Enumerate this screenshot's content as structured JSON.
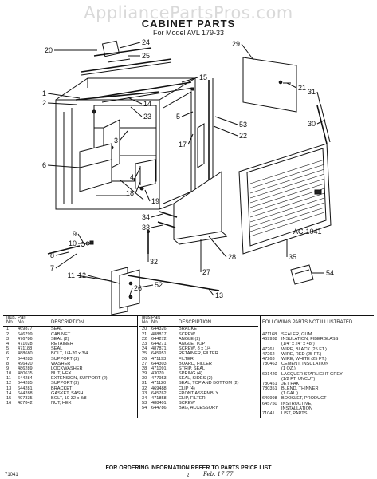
{
  "header": {
    "watermark": "AppliancePartsPros.com",
    "title": "CABINET PARTS",
    "model": "For Model AVL 179-33"
  },
  "diagram": {
    "figure_code": "AC-1041",
    "callouts": [
      "20",
      "24",
      "25",
      "15",
      "29",
      "1",
      "2",
      "14",
      "23",
      "21",
      "53",
      "22",
      "5",
      "3",
      "17",
      "31",
      "30",
      "6",
      "4",
      "18",
      "19",
      "34",
      "33",
      "27",
      "28",
      "9",
      "10",
      "8",
      "7",
      "11",
      "12",
      "32",
      "26",
      "52",
      "35",
      "54",
      "13"
    ]
  },
  "parts_table": {
    "headers": {
      "illus_no": "Illus. No.",
      "part_no": "Part No.",
      "description": "DESCRIPTION"
    },
    "col1": [
      [
        "1",
        "469877",
        "SEAL"
      ],
      [
        "2",
        "646799",
        "CABINET"
      ],
      [
        "3",
        "476786",
        "SEAL (2)"
      ],
      [
        "4",
        "471028",
        "RETAINER"
      ],
      [
        "5",
        "471188",
        "SEAL"
      ],
      [
        "6",
        "488680",
        "BOLT, 1/4-20 x 3/4"
      ],
      [
        "7",
        "644283",
        "SUPPORT (2)"
      ],
      [
        "8",
        "496420",
        "WASHER"
      ],
      [
        "9",
        "486289",
        "LOCKWASHER"
      ],
      [
        "10",
        "480635",
        "NUT, HEX"
      ],
      [
        "11",
        "644284",
        "EXTENSION, SUPPORT (2)"
      ],
      [
        "12",
        "644285",
        "SUPPORT (2)"
      ],
      [
        "13",
        "644281",
        "BRACKET"
      ],
      [
        "14",
        "644288",
        "GASKET, SASH"
      ],
      [
        "15",
        "497335",
        "BOLT, 10-32 x 3/8"
      ],
      [
        "16",
        "487842",
        "NUT, HEX"
      ]
    ],
    "col2": [
      [
        "20",
        "644326",
        "BRACKET"
      ],
      [
        "21",
        "488817",
        "SCREW"
      ],
      [
        "22",
        "644272",
        "ANGLE (2)"
      ],
      [
        "23",
        "644271",
        "ANGLE, TOP"
      ],
      [
        "24",
        "487871",
        "SCREW, 8 x 1/4"
      ],
      [
        "25",
        "645951",
        "RETAINER, FILTER"
      ],
      [
        "26",
        "471193",
        "FILTER"
      ],
      [
        "27",
        "644303",
        "BOARD, FILLER"
      ],
      [
        "28",
        "471091",
        "STRIP, SEAL"
      ],
      [
        "29",
        "43070",
        "SPRING (4)"
      ],
      [
        "30",
        "477953",
        "SEAL, SIDES (2)"
      ],
      [
        "31",
        "471120",
        "SEAL, TOP AND BOTTOM (2)"
      ],
      [
        "32",
        "469488",
        "CLIP (4)"
      ],
      [
        "33",
        "645762",
        "FRONT ASSEMBLY"
      ],
      [
        "34",
        "471858",
        "CLIP, FILTER"
      ],
      [
        "53",
        "488401",
        "SCREW"
      ],
      [
        "54",
        "644786",
        "BAG, ACCESSORY"
      ]
    ],
    "col3_title": "FOLLOWING PARTS NOT ILLUSTRATED",
    "col3": [
      [
        "471168",
        "SEALER, GUM"
      ],
      [
        "469938",
        "INSULATION, FIBERGLASS"
      ],
      [
        "",
        "(1/4\" x 24\" x 48\")"
      ],
      [
        "47261",
        "WIRE, BLACK (25 FT.)"
      ],
      [
        "47262",
        "WIRE, RED (25 FT.)"
      ],
      [
        "47263",
        "WIRE, WHITE (25 FT.)"
      ],
      [
        "780463",
        "CEMENT, INSULATION"
      ],
      [
        "",
        "(1 OZ.)"
      ],
      [
        "691420",
        "LACQUER STARLIGHT GREY"
      ],
      [
        "",
        "(1/2 PT. UNCUT)"
      ],
      [
        "780451",
        "JET PAK"
      ],
      [
        "780351",
        "BLEND, THINNER"
      ],
      [
        "",
        "(1 GAL.)"
      ],
      [
        "649998",
        "BOOKLET, PRODUCT"
      ],
      [
        "645750",
        "INSTRUCTIVE,"
      ],
      [
        "",
        "INSTALLATION"
      ],
      [
        "71041",
        "LIST, PARTS"
      ]
    ]
  },
  "footer": {
    "ordering_note": "FOR ORDERING INFORMATION REFER TO PARTS PRICE LIST",
    "sheet_code": "71041",
    "page_number": "2",
    "handwritten_note": "Feb. 17 77"
  }
}
